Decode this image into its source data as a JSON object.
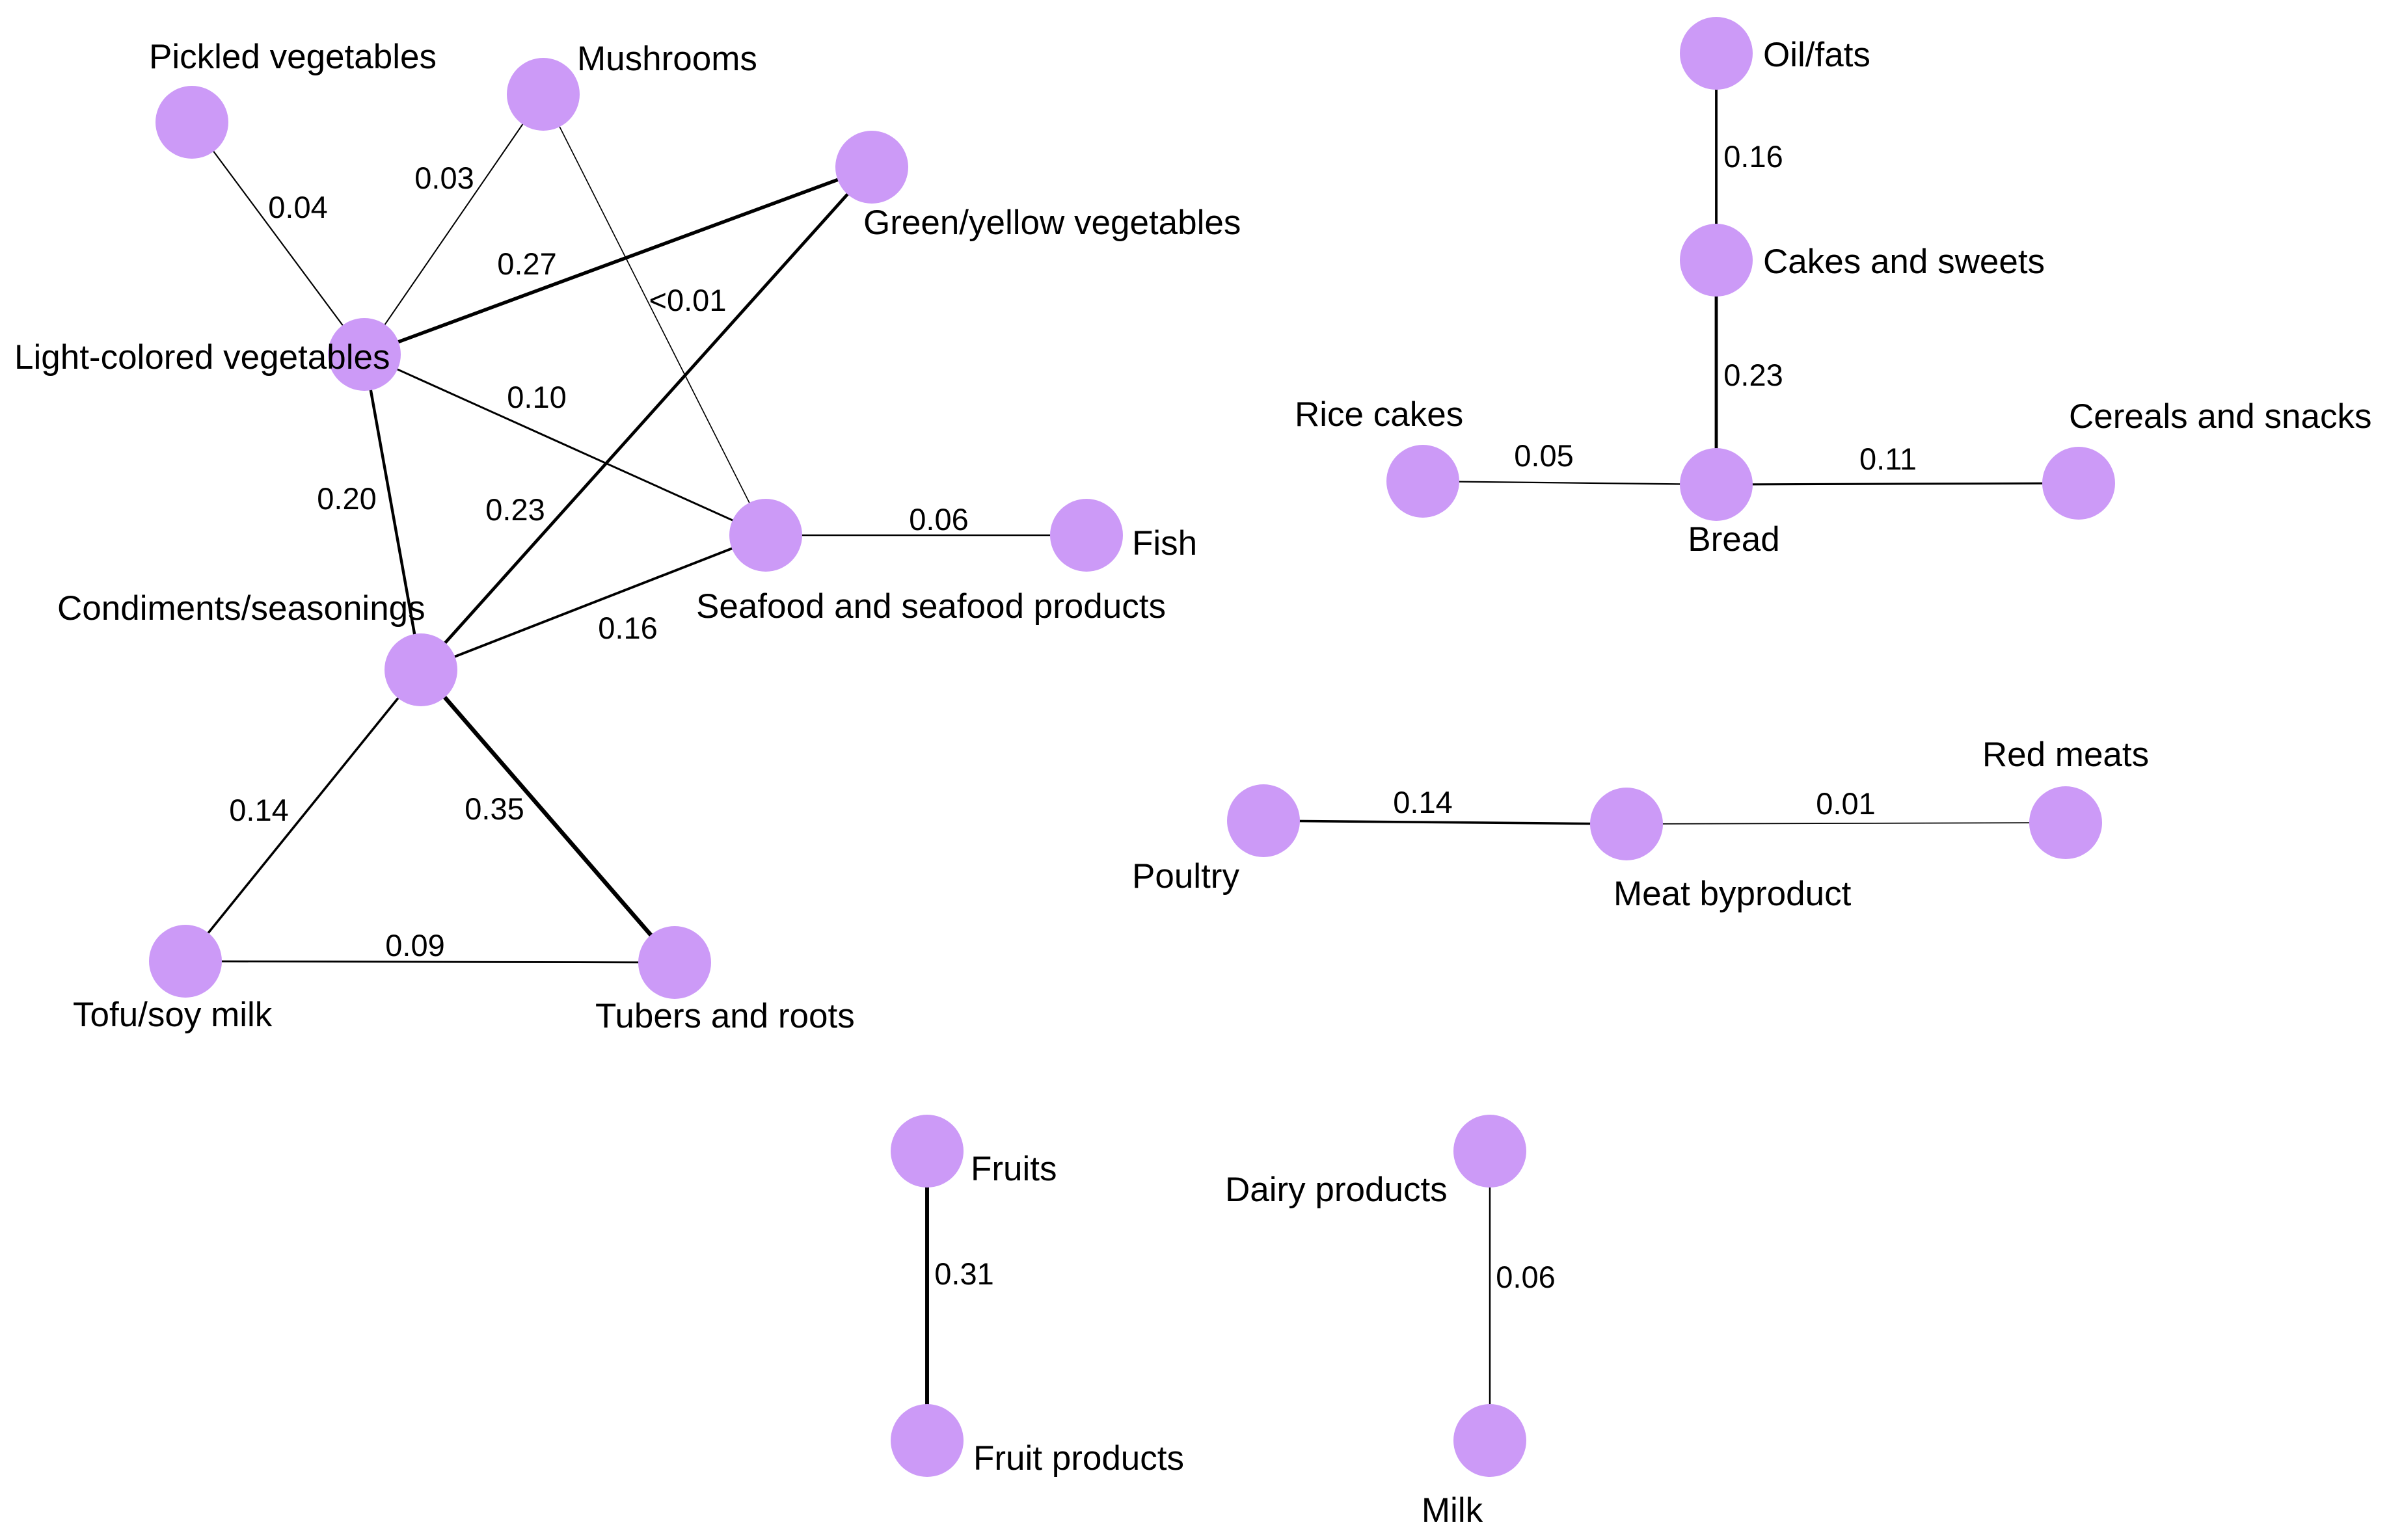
{
  "colors": {
    "node": "#cc9af7",
    "edge": "#000000",
    "text": "#000000"
  },
  "nodes": [
    {
      "id": "pickled",
      "label": "Pickled vegetables"
    },
    {
      "id": "mushrooms",
      "label": "Mushrooms"
    },
    {
      "id": "green",
      "label": "Green/yellow vegetables"
    },
    {
      "id": "light",
      "label": "Light-colored vegetables"
    },
    {
      "id": "seafood",
      "label": "Seafood and seafood products"
    },
    {
      "id": "fish",
      "label": "Fish"
    },
    {
      "id": "condiments",
      "label": "Condiments/seasonings"
    },
    {
      "id": "tofu",
      "label": "Tofu/soy milk"
    },
    {
      "id": "tubers",
      "label": "Tubers and roots"
    },
    {
      "id": "oil",
      "label": "Oil/fats"
    },
    {
      "id": "cakes",
      "label": "Cakes and sweets"
    },
    {
      "id": "bread",
      "label": "Bread"
    },
    {
      "id": "rice",
      "label": "Rice cakes"
    },
    {
      "id": "cereals",
      "label": "Cereals and snacks"
    },
    {
      "id": "poultry",
      "label": "Poultry"
    },
    {
      "id": "meatby",
      "label": "Meat byproduct"
    },
    {
      "id": "redmeat",
      "label": "Red meats"
    },
    {
      "id": "fruits",
      "label": "Fruits"
    },
    {
      "id": "fruitprod",
      "label": "Fruit products"
    },
    {
      "id": "dairy",
      "label": "Dairy products"
    },
    {
      "id": "milk",
      "label": "Milk"
    }
  ],
  "edges": [
    {
      "from": "pickled",
      "to": "light",
      "weight": 0.04,
      "label": "0.04"
    },
    {
      "from": "mushrooms",
      "to": "light",
      "weight": 0.03,
      "label": "0.03"
    },
    {
      "from": "green",
      "to": "light",
      "weight": 0.27,
      "label": "0.27"
    },
    {
      "from": "mushrooms",
      "to": "seafood",
      "weight": 0.005,
      "label": "<0.01"
    },
    {
      "from": "light",
      "to": "seafood",
      "weight": 0.1,
      "label": "0.10"
    },
    {
      "from": "light",
      "to": "condiments",
      "weight": 0.2,
      "label": "0.20"
    },
    {
      "from": "green",
      "to": "condiments",
      "weight": 0.23,
      "label": "0.23"
    },
    {
      "from": "seafood",
      "to": "fish",
      "weight": 0.06,
      "label": "0.06"
    },
    {
      "from": "seafood",
      "to": "condiments",
      "weight": 0.16,
      "label": "0.16"
    },
    {
      "from": "condiments",
      "to": "tofu",
      "weight": 0.14,
      "label": "0.14"
    },
    {
      "from": "condiments",
      "to": "tubers",
      "weight": 0.35,
      "label": "0.35"
    },
    {
      "from": "tofu",
      "to": "tubers",
      "weight": 0.09,
      "label": "0.09"
    },
    {
      "from": "oil",
      "to": "cakes",
      "weight": 0.16,
      "label": "0.16"
    },
    {
      "from": "cakes",
      "to": "bread",
      "weight": 0.23,
      "label": "0.23"
    },
    {
      "from": "rice",
      "to": "bread",
      "weight": 0.05,
      "label": "0.05"
    },
    {
      "from": "bread",
      "to": "cereals",
      "weight": 0.11,
      "label": "0.11"
    },
    {
      "from": "poultry",
      "to": "meatby",
      "weight": 0.14,
      "label": "0.14"
    },
    {
      "from": "meatby",
      "to": "redmeat",
      "weight": 0.01,
      "label": "0.01"
    },
    {
      "from": "fruits",
      "to": "fruitprod",
      "weight": 0.31,
      "label": "0.31"
    },
    {
      "from": "dairy",
      "to": "milk",
      "weight": 0.06,
      "label": "0.06"
    }
  ]
}
